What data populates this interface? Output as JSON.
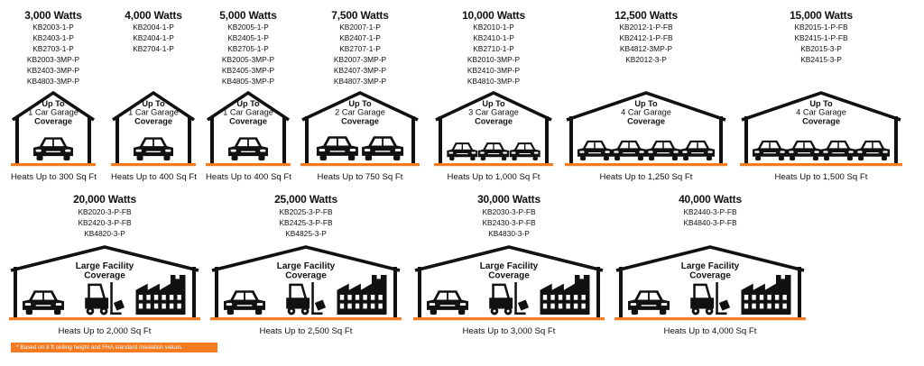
{
  "units": [
    {
      "watts": "3,000 Watts",
      "models": [
        "KB2003-1-P",
        "KB2403-1-P",
        "KB2703-1-P",
        "KB2003-3MP-P",
        "KB2403-3MP-P",
        "KB4803-3MP-P"
      ],
      "coverage": [
        "Up To",
        "1 Car Garage",
        "Coverage"
      ],
      "icons": [
        "car-icon"
      ],
      "heats": "Heats Up to 300 Sq Ft"
    },
    {
      "watts": "4,000 Watts",
      "models": [
        "KB2004-1-P",
        "KB2404-1-P",
        "KB2704-1-P"
      ],
      "coverage": [
        "Up To",
        "1 Car Garage",
        "Coverage"
      ],
      "icons": [
        "car-icon"
      ],
      "heats": "Heats Up to 400 Sq Ft"
    },
    {
      "watts": "5,000 Watts",
      "models": [
        "KB2005-1-P",
        "KB2405-1-P",
        "KB2705-1-P",
        "KB2005-3MP-P",
        "KB2405-3MP-P",
        "KB4805-3MP-P"
      ],
      "coverage": [
        "Up To",
        "1 Car Garage",
        "Coverage"
      ],
      "icons": [
        "car-icon"
      ],
      "heats": "Heats Up to 400 Sq Ft"
    },
    {
      "watts": "7,500 Watts",
      "models": [
        "KB2007-1-P",
        "KB2407-1-P",
        "KB2707-1-P",
        "KB2007-3MP-P",
        "KB2407-3MP-P",
        "KB4807-3MP-P"
      ],
      "coverage": [
        "Up To",
        "2 Car Garage",
        "Coverage"
      ],
      "icons": [
        "car-icon",
        "car-icon"
      ],
      "heats": "Heats Up to 750 Sq Ft"
    },
    {
      "watts": "10,000 Watts",
      "models": [
        "KB2010-1-P",
        "KB2410-1-P",
        "KB2710-1-P",
        "KB2010-3MP-P",
        "KB2410-3MP-P",
        "KB4810-3MP-P"
      ],
      "coverage": [
        "Up To",
        "3 Car Garage",
        "Coverage"
      ],
      "icons": [
        "car-icon",
        "car-icon",
        "car-icon"
      ],
      "heats": "Heats Up to 1,000 Sq Ft"
    },
    {
      "watts": "12,500 Watts",
      "models": [
        "KB2012-1-P-FB",
        "KB2412-1-P-FB",
        "KB4812-3MP-P",
        "KB2012-3-P"
      ],
      "coverage": [
        "Up To",
        "4 Car Garage",
        "Coverage"
      ],
      "icons": [
        "car-icon",
        "car-icon",
        "car-icon",
        "car-icon"
      ],
      "heats": "Heats Up to 1,250 Sq Ft"
    },
    {
      "watts": "15,000 Watts",
      "models": [
        "KB2015-1-P-FB",
        "KB2415-1-P-FB",
        "KB2015-3-P",
        "KB2415-3-P"
      ],
      "coverage": [
        "Up To",
        "4 Car Garage",
        "Coverage"
      ],
      "icons": [
        "car-icon",
        "car-icon",
        "car-icon",
        "car-icon"
      ],
      "heats": "Heats Up to 1,500 Sq Ft"
    },
    {
      "watts": "20,000 Watts",
      "models": [
        "KB2020-3-P-FB",
        "KB2420-3-P-FB",
        "KB4820-3-P"
      ],
      "coverage": [
        "Large Facility",
        "Coverage"
      ],
      "icons": [
        "car-icon",
        "forklift-icon",
        "factory-icon"
      ],
      "heats": "Heats Up to 2,000 Sq Ft"
    },
    {
      "watts": "25,000 Watts",
      "models": [
        "KB2025-3-P-FB",
        "KB2425-3-P-FB",
        "KB4825-3-P"
      ],
      "coverage": [
        "Large Facility",
        "Coverage"
      ],
      "icons": [
        "car-icon",
        "forklift-icon",
        "factory-icon"
      ],
      "heats": "Heats Up to 2,500 Sq Ft"
    },
    {
      "watts": "30,000 Watts",
      "models": [
        "KB2030-3-P-FB",
        "KB2430-3-P-FB",
        "KB4830-3-P"
      ],
      "coverage": [
        "Large Facility",
        "Coverage"
      ],
      "icons": [
        "car-icon",
        "forklift-icon",
        "factory-icon"
      ],
      "heats": "Heats Up to 3,000 Sq Ft"
    },
    {
      "watts": "40,000 Watts",
      "models": [
        "KB2440-3-P-FB",
        "KB4840-3-P-FB"
      ],
      "coverage": [
        "Large Facility",
        "Coverage"
      ],
      "icons": [
        "car-icon",
        "forklift-icon",
        "factory-icon"
      ],
      "heats": "Heats Up to 4,000 Sq Ft"
    }
  ],
  "footnote": "* Based on 8 ft ceiling height and FHA standard insulation values",
  "colors": {
    "accent": "#f47b20",
    "ink": "#111111"
  }
}
